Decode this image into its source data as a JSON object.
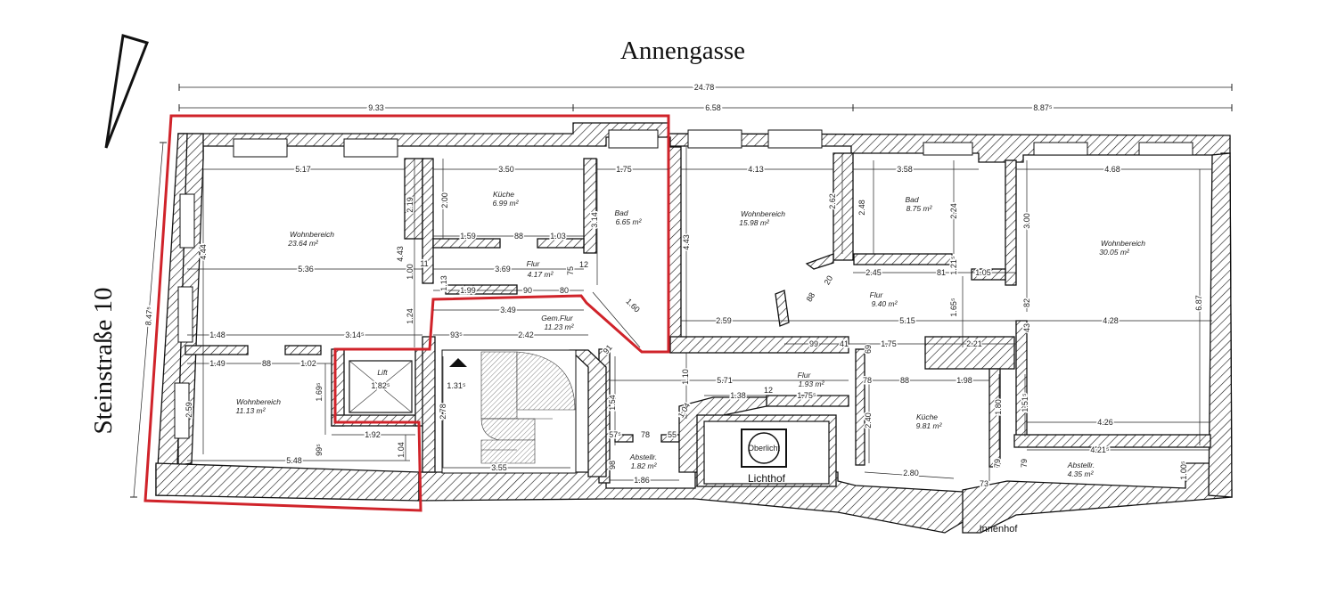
{
  "streets": {
    "north": "Annengasse",
    "west": "Steinstraße 10"
  },
  "courtyard_label": "Innenhof",
  "lichthof_label": "Lichthof",
  "skylight_label": "Oberlicht",
  "lift_label": "Lift",
  "overall_dims": {
    "total": "24.78",
    "left": "9.33",
    "middle": "6.58",
    "right": "8.87⁵",
    "west_depth": "8.47⁵"
  },
  "rooms": [
    {
      "id": "wohn1",
      "name": "Wohnbereich",
      "area": "23.64 m²"
    },
    {
      "id": "kueche1",
      "name": "Küche",
      "area": "6.99 m²"
    },
    {
      "id": "bad1",
      "name": "Bad",
      "area": "6.65 m²"
    },
    {
      "id": "flur1",
      "name": "Flur",
      "area": "4.17 m²"
    },
    {
      "id": "gemflur",
      "name": "Gem.Flur",
      "area": "11.23 m²"
    },
    {
      "id": "wohn2",
      "name": "Wohnbereich",
      "area": "11.13 m²"
    },
    {
      "id": "abst1",
      "name": "Abstellr.",
      "area": "1.82 m²"
    },
    {
      "id": "wohn3",
      "name": "Wohnbereich",
      "area": "15.98 m²"
    },
    {
      "id": "bad2",
      "name": "Bad",
      "area": "8.75 m²"
    },
    {
      "id": "flur2",
      "name": "Flur",
      "area": "9.40 m²"
    },
    {
      "id": "flur3",
      "name": "Flur",
      "area": "1.93 m²"
    },
    {
      "id": "kueche2",
      "name": "Küche",
      "area": "9.81 m²"
    },
    {
      "id": "wohn4",
      "name": "Wohnbereich",
      "area": "30.05 m²"
    },
    {
      "id": "abst2",
      "name": "Abstellr.",
      "area": "4.35 m²"
    }
  ],
  "dims": {
    "d517": "5.17",
    "d350": "3.50",
    "d175": "1.75",
    "d413": "4.13",
    "d358": "3.58",
    "d468": "4.68",
    "d536": "5.36",
    "d369": "3.69",
    "d148": "1.48",
    "d314": "3.14⁵",
    "d242": "2.42",
    "d149": "1.49",
    "d88a": "88",
    "d102": "1.02",
    "d548": "5.48",
    "d192": "1.92",
    "d182": "1.82⁵",
    "d131": "1.31⁵",
    "d199": "1.99",
    "d90": "90",
    "d80": "80",
    "d349": "3.49",
    "d159": "1.59",
    "d88b": "88",
    "d103": "1.03",
    "d259a": "2.59",
    "d515": "5.15",
    "d428": "4.28",
    "d245": "2.45",
    "d81a": "81",
    "d105": "1.05",
    "d99": "99",
    "d41": "41",
    "d175b": "1.75",
    "d221": "2.21",
    "d571": "5.71",
    "d138": "1.38",
    "d175c": "1.75⁵",
    "d12": "12",
    "d78": "78",
    "d88c": "88",
    "d198": "1.98",
    "d426": "4.26",
    "d421": "4.21⁵",
    "d280": "2.80",
    "d73": "73",
    "d186": "1.86",
    "d355": "3.55",
    "d57": "57⁵",
    "d78b": "78",
    "d55": "55",
    "d444": "4.44",
    "d259b": "2.59",
    "d219": "2.19",
    "d443a": "4.43",
    "d100": "1.00",
    "d124": "1.24",
    "d169": "1.69⁵",
    "d104a": "1.04",
    "d99b": "99⁵",
    "d200": "2.00",
    "d314b": "3.14",
    "d443b": "4.43",
    "d262": "2.62",
    "d248": "2.48",
    "d224": "2.24",
    "d300": "3.00",
    "d687": "6.87",
    "d278": "2.78",
    "d154": "1.54",
    "d110": "1.10",
    "d104b": "1.04",
    "d240": "2.40",
    "d180": "1.80",
    "d151": "1.51⁵",
    "d98": "98",
    "d79a": "79",
    "d79b": "79",
    "d100b": "1.00⁵",
    "d160": "1.60",
    "d91": "91",
    "d165": "1.65⁵",
    "d82": "82",
    "d43": "43",
    "d69": "69",
    "d20": "20",
    "d88d": "88",
    "d121": "1.21⁵",
    "d11": "11",
    "d113": "1.13",
    "d75": "75",
    "d12b": "12",
    "d93": "93⁵"
  }
}
